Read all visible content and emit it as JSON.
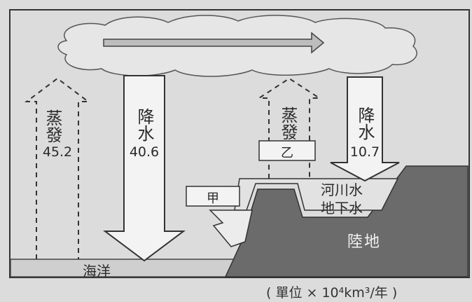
{
  "evaporation_ocean": {
    "label": "蒸發",
    "value": "45.2"
  },
  "precipitation_ocean": {
    "label": "降水",
    "value": "40.6"
  },
  "evaporation_land": {
    "label": "蒸發",
    "box": "乙"
  },
  "precipitation_land": {
    "label": "降水",
    "value": "10.7"
  },
  "runoff": {
    "box": "甲"
  },
  "land": {
    "surface_water": "河川水",
    "groundwater": "地下水",
    "name": "陸地"
  },
  "ocean": {
    "name": "海洋"
  },
  "unit": "( 單位 × 10⁴km³/年 )",
  "colors": {
    "background": "#dcdcdc",
    "land": "#6b6b6b",
    "ocean": "#cfcfcf",
    "cloud": "#e6e6e6"
  }
}
